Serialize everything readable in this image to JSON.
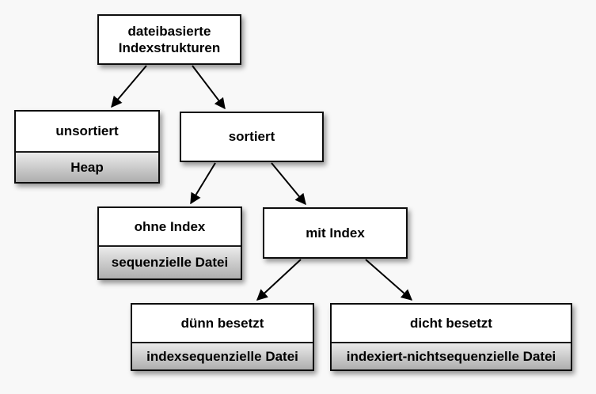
{
  "colors": {
    "background": "#f8f8f8",
    "box_border": "#0d0d0d",
    "box_fill": "#ffffff",
    "sublabel_gradient_top": "#ebebeb",
    "sublabel_gradient_bottom": "#aeaeae",
    "arrow": "#000000"
  },
  "tree": {
    "nodes": {
      "root": {
        "label": "dateibasierte Indexstrukturen"
      },
      "unsortiert": {
        "label": "unsortiert",
        "sublabel": "Heap"
      },
      "sortiert": {
        "label": "sortiert"
      },
      "ohne_index": {
        "label": "ohne Index",
        "sublabel": "sequenzielle Datei"
      },
      "mit_index": {
        "label": "mit Index"
      },
      "duenn_besetzt": {
        "label": "dünn besetzt",
        "sublabel": "indexsequenzielle Datei"
      },
      "dicht_besetzt": {
        "label": "dicht besetzt",
        "sublabel": "indexiert-nichtsequenzielle Datei"
      }
    },
    "edges": [
      {
        "from": "root",
        "to": "unsortiert"
      },
      {
        "from": "root",
        "to": "sortiert"
      },
      {
        "from": "sortiert",
        "to": "ohne_index"
      },
      {
        "from": "sortiert",
        "to": "mit_index"
      },
      {
        "from": "mit_index",
        "to": "duenn_besetzt"
      },
      {
        "from": "mit_index",
        "to": "dicht_besetzt"
      }
    ]
  }
}
